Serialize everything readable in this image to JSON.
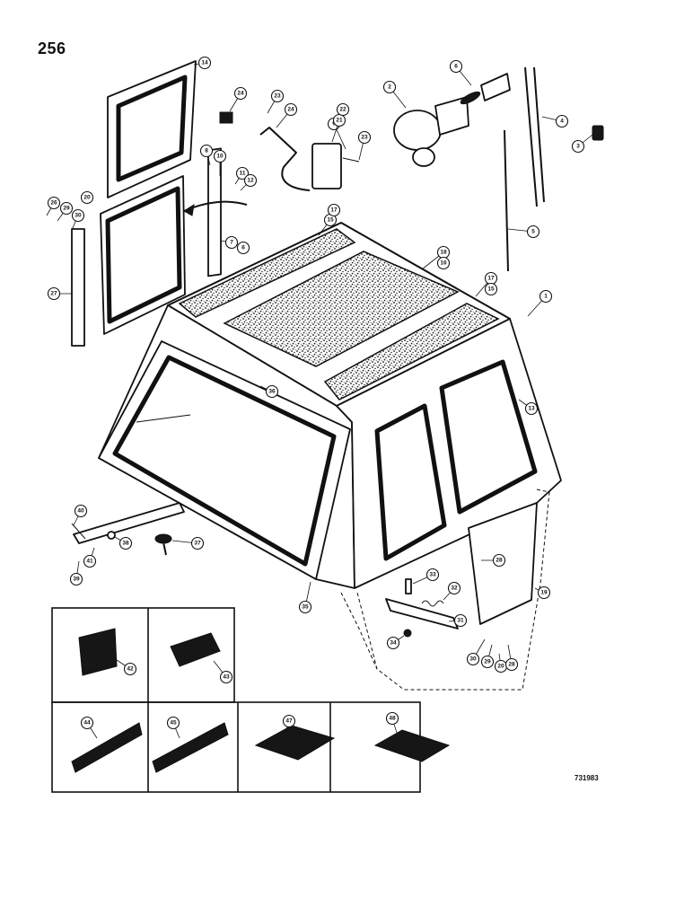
{
  "page": {
    "page_number": "256",
    "reference_code": "731983"
  },
  "callouts": {
    "c1": "1",
    "c2": "2",
    "c3": "3",
    "c4": "4",
    "c5": "5",
    "c6": "6",
    "c6b": "6",
    "c7": "7",
    "c8": "8",
    "c9": "9",
    "c10": "10",
    "c11": "11",
    "c12": "12",
    "c13": "13",
    "c14": "14",
    "c15a": "15",
    "c15b": "15",
    "c16": "16",
    "c17a": "17",
    "c17b": "17",
    "c18": "18",
    "c19": "19",
    "c20": "20",
    "c20b": "20",
    "c21": "21",
    "c22": "22",
    "c23": "23",
    "c23b": "23",
    "c24a": "24",
    "c24b": "24",
    "c26": "26",
    "c27": "27",
    "c28": "28",
    "c28b": "28",
    "c29": "29",
    "c29b": "29",
    "c30a": "30",
    "c30b": "30",
    "c31": "31",
    "c32": "32",
    "c33": "33",
    "c34": "34",
    "c35": "35",
    "c36": "36",
    "c37": "37",
    "c38": "38",
    "c39": "39",
    "c40": "40",
    "c41": "41",
    "c42": "42",
    "c43": "43",
    "c44": "44",
    "c45": "45",
    "c47": "47",
    "c48": "48"
  }
}
